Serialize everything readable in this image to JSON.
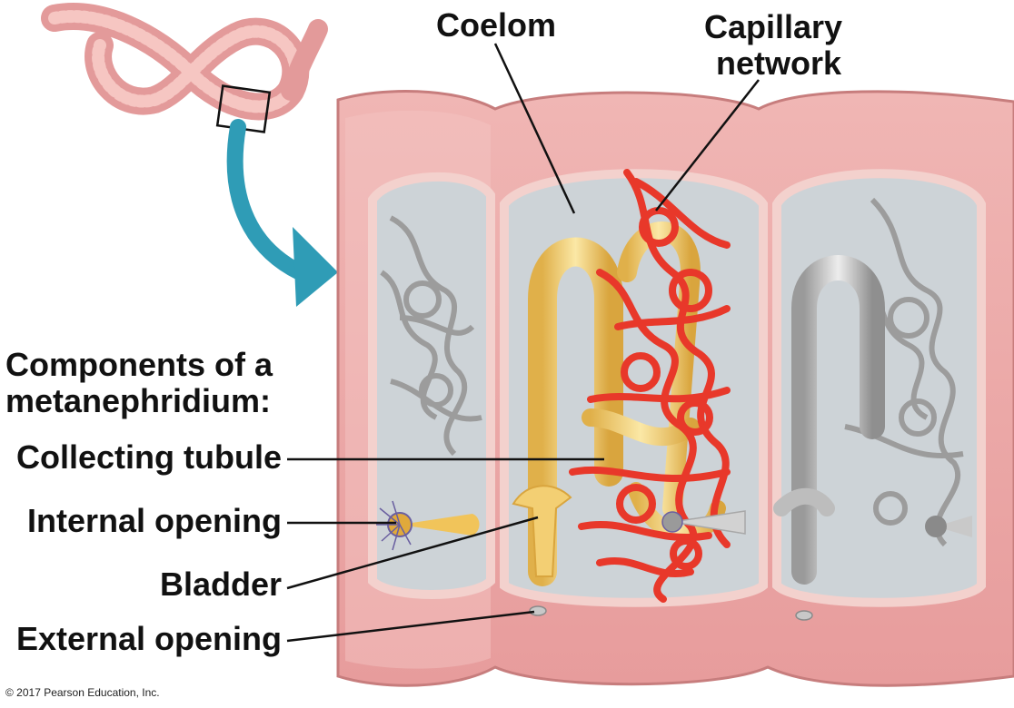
{
  "labels": {
    "coelom": "Coelom",
    "capillary_line1": "Capillary",
    "capillary_line2": "network",
    "components_line1": "Components of a",
    "components_line2": "metanephridium:",
    "collecting_tubule": "Collecting tubule",
    "internal_opening": "Internal opening",
    "bladder": "Bladder",
    "external_opening": "External opening"
  },
  "copyright": "© 2017 Pearson Education, Inc.",
  "colors": {
    "body_wall": "#e9a5a5",
    "body_wall_inner": "#f6d3cf",
    "coelom": "#cfd4d8",
    "tubule": "#f3cf73",
    "capillary": "#e8382a",
    "gray_tubule": "#b8b8b8",
    "arrow": "#2f9cb6",
    "worm": "#e8a0a0"
  }
}
